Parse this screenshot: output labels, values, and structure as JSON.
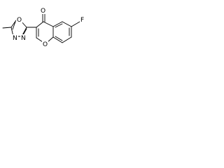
{
  "molecule": {
    "atoms": {
      "fluorine": "F",
      "ketone_oxygen": "O",
      "ring_oxygen": "O",
      "oxadiazole_oxygen": "O",
      "oxadiazole_n1": "N",
      "oxadiazole_n2": "N"
    },
    "colors": {
      "bond": "#000000",
      "label": "#000000",
      "background": "#ffffff"
    }
  }
}
